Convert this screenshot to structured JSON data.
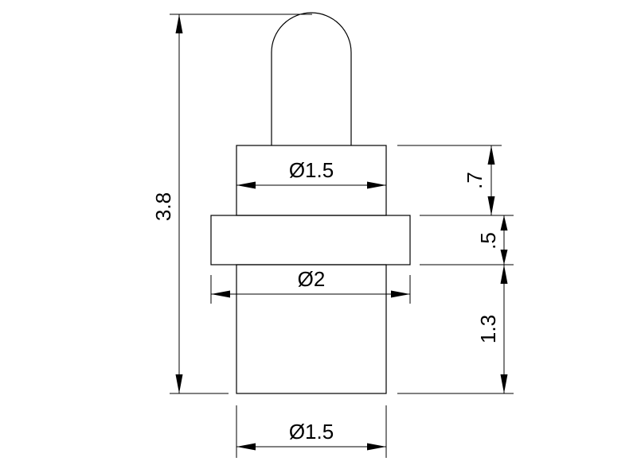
{
  "drawing": {
    "dimensions": {
      "overall_height": "3.8",
      "upper_diameter": "Ø1.5",
      "upper_height": ".7",
      "collar_height": ".5",
      "collar_diameter": "Ø2",
      "lower_height": "1.3",
      "lower_diameter": "Ø1.5"
    }
  }
}
